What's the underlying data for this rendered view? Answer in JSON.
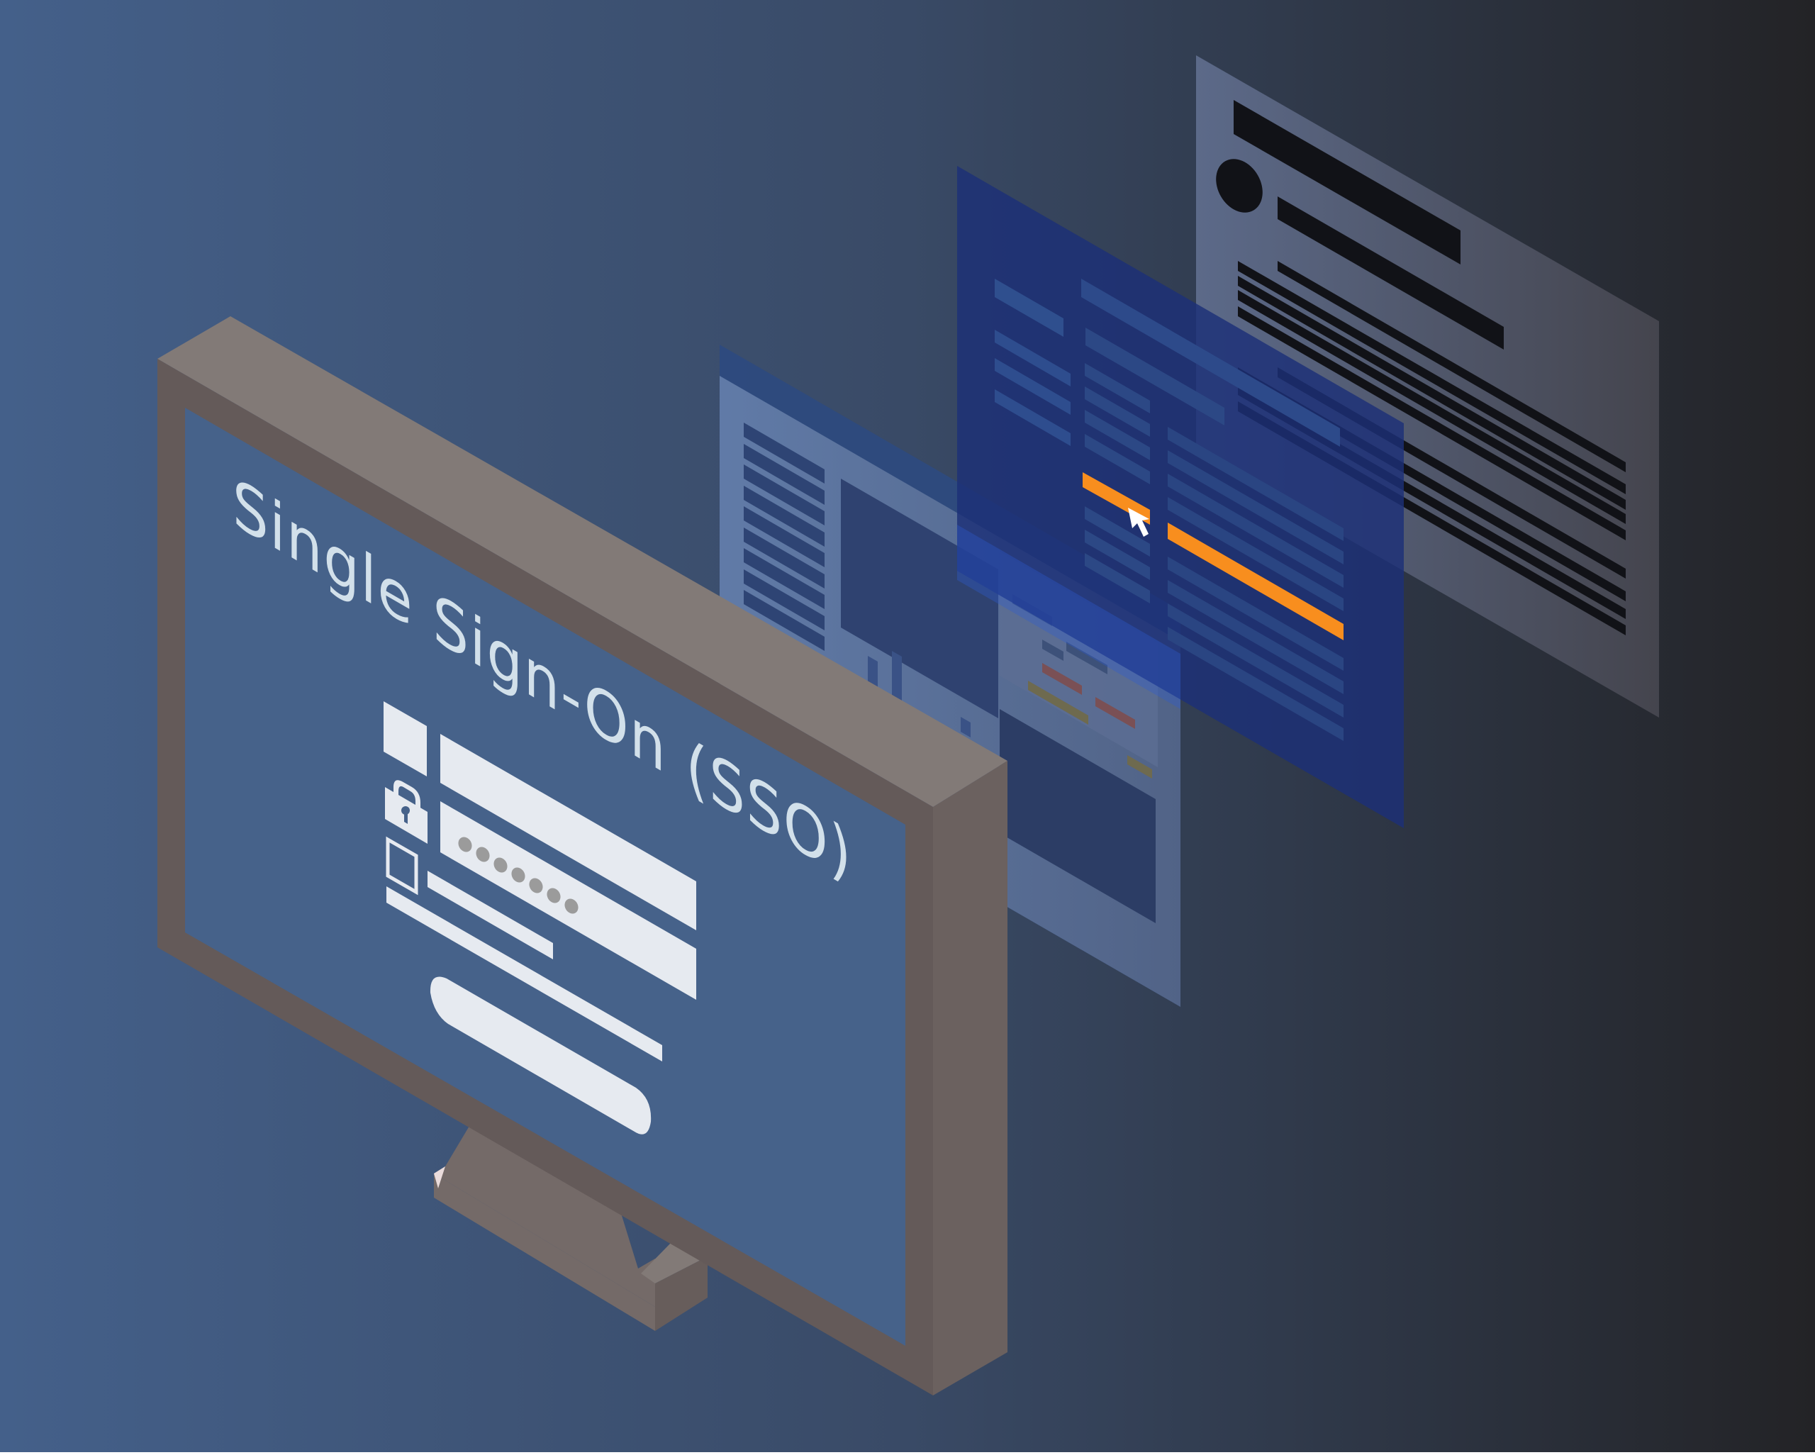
{
  "illustration": {
    "title": "Single Sign-On (SSO)",
    "subject": "isometric monitor showing SSO login with floating application windows"
  },
  "login_form": {
    "username_icon": "user-icon",
    "password_icon": "lock-icon",
    "remember_icon": "checkbox-icon",
    "password_mask": "•••••••",
    "password_dot_count": 7,
    "submit_button": "login-button"
  },
  "floating_windows": [
    {
      "name": "dashboard-window",
      "icon": "chart-icon"
    },
    {
      "name": "list-window",
      "highlight": "orange-row",
      "cursor": "pointer-icon"
    },
    {
      "name": "profile-window",
      "icon": "avatar-icon"
    }
  ],
  "colors": {
    "bg_left": "#44608A",
    "bg_right": "#232326",
    "monitor_top": "#827A77",
    "monitor_front": "#645A59",
    "monitor_side": "#6B615F",
    "screen": "#46628A",
    "title_text": "#D2E0EA",
    "form_fill": "#E6EAF0",
    "dot": "#9B9B9B",
    "accent_orange": "#F88E1E",
    "window_blue": "#1B2C6A",
    "window_gray": "#5D6A87",
    "window_dark_text": "#111217"
  }
}
